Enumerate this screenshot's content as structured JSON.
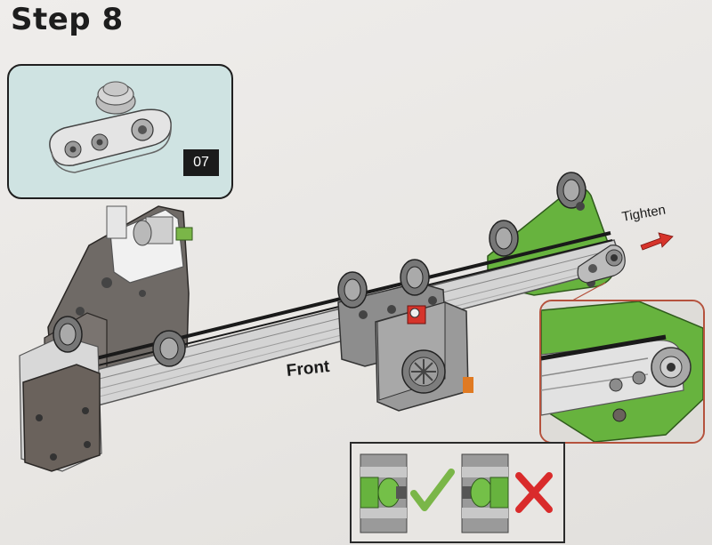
{
  "title": "Step 8",
  "detail": {
    "part_number": "07"
  },
  "labels": {
    "front": "Front",
    "tighten": "Tighten"
  },
  "colors": {
    "green_bracket": "#67b33e",
    "gray_plate": "#6f6a66",
    "carriage_gray": "#8d8d8d",
    "belt": "#1a1a1a",
    "arrow_red": "#d6342b",
    "check_green": "#7ab648",
    "cross_red": "#d92b2b",
    "panel_teal": "#cfe3e2"
  },
  "icons": {
    "correct": "check-icon",
    "incorrect": "cross-icon",
    "direction": "arrow-right-icon"
  }
}
